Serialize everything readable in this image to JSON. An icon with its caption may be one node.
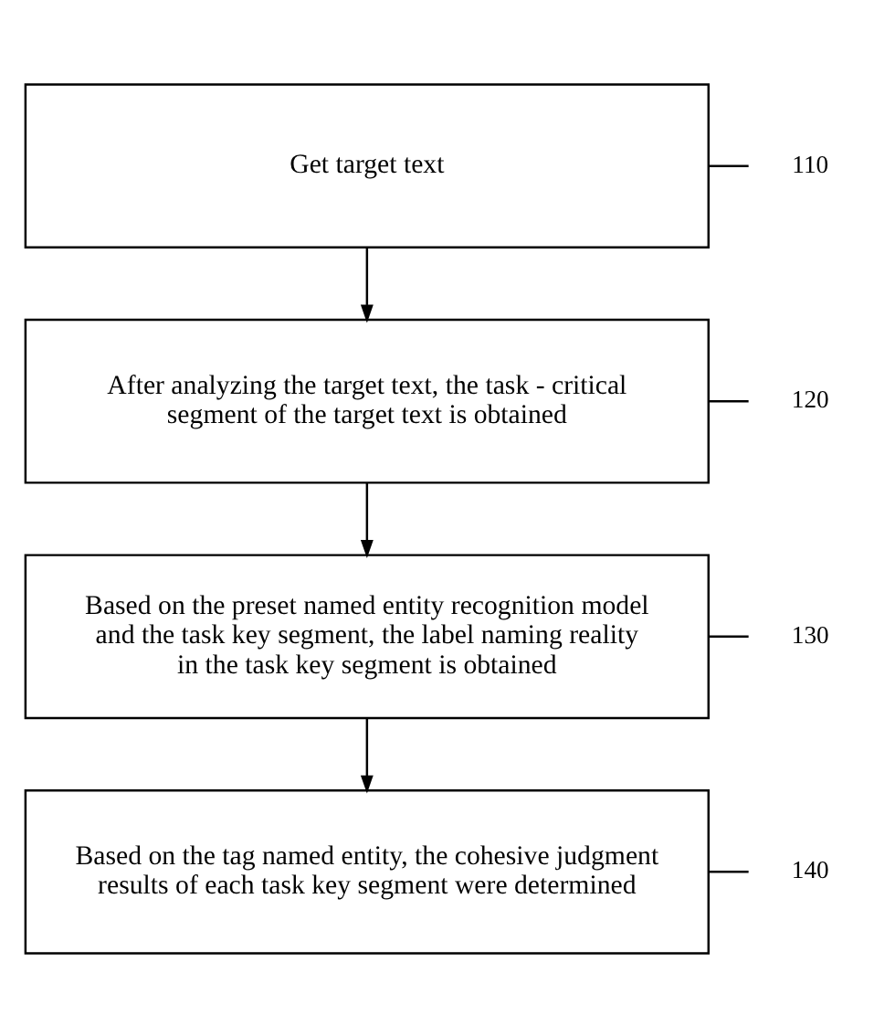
{
  "diagram": {
    "nodes": [
      {
        "text": [
          "Get target text"
        ]
      },
      {
        "text": [
          "After analyzing the target text, the task - critical segment of the target text is obtained"
        ]
      },
      {
        "text": [
          "Based on the preset named entity recognition model and the task key segment, the label naming reality in the task key segment is obtained"
        ]
      },
      {
        "text": [
          "Based on the tag named entity, the cohesive judgment results of each task key segment were determined"
        ]
      },
      {
        "text": [
          "110"
        ]
      },
      {
        "text": [
          "120"
        ]
      },
      {
        "text": [
          "130"
        ]
      },
      {
        "text": [
          "140"
        ]
      }
    ],
    "edges": [
      {
        "from": 0,
        "to": 1,
        "arrow": "to"
      },
      {
        "from": 1,
        "to": 2,
        "arrow": "to"
      },
      {
        "from": 2,
        "to": 3,
        "arrow": "to"
      },
      {
        "from": 4,
        "to": 0,
        "arrow": "none"
      },
      {
        "from": 5,
        "to": 1,
        "arrow": "none"
      },
      {
        "from": 6,
        "to": 2,
        "arrow": "none"
      },
      {
        "from": 7,
        "to": 3,
        "arrow": "none"
      }
    ]
  }
}
